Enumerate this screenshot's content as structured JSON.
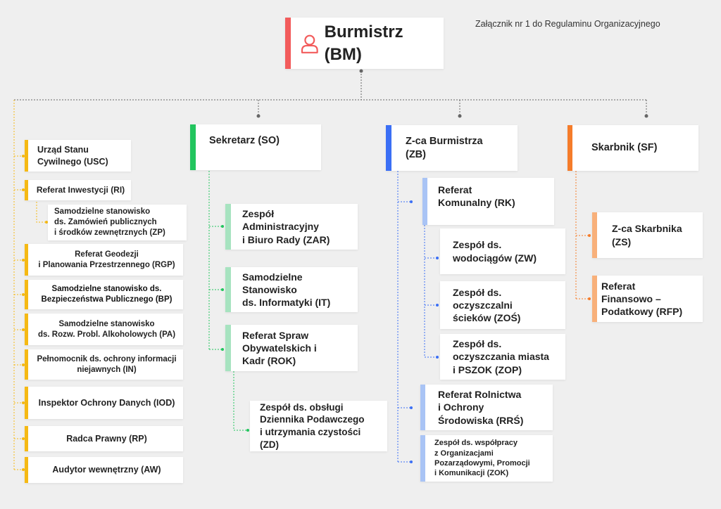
{
  "note": "Załącznik nr 1 do Regulaminu Organizacyjnego",
  "colors": {
    "red": "#f25b5b",
    "green": "#22c55e",
    "blue": "#3b6ff5",
    "orange": "#f57c2a",
    "yellow": "#f5b914",
    "lightgreen": "#a7e3c0",
    "lightblue": "#a9c4f5",
    "lightorange": "#f8b07a"
  },
  "top": {
    "label": "Burmistrz (BM)",
    "icon": "person-icon"
  },
  "left": [
    "Urząd Stanu\nCywilnego (USC)",
    "Referat Inwestycji (RI)",
    "Samodzielne stanowisko\nds. Zamówień publicznych\ni środków zewnętrznych  (ZP)",
    "Referat Geodezji\ni Planowania Przestrzennego (RGP)",
    "Samodzielne stanowisko ds.\nBezpieczeństwa Publicznego (BP)",
    "Samodzielne stanowisko\nds. Rozw. Probl. Alkoholowych (PA)",
    "Pełnomocnik ds. ochrony informacji\nniejawnych (IN)",
    "Inspektor Ochrony Danych (IOD)",
    "Radca Prawny (RP)",
    "Audytor wewnętrzny (AW)"
  ],
  "so": {
    "label": "Sekretarz (SO)",
    "children": [
      "Zespół\nAdministracyjny\n i Biuro Rady (ZAR)",
      "Samodzielne\nStanowisko\n ds. Informatyki (IT)",
      "Referat Spraw\nObywatelskich i\nKadr (ROK)",
      "Zespół ds. obsługi\nDziennika Podawczego\n i utrzymania czystości\n(ZD)"
    ]
  },
  "zb": {
    "label": "Z-ca Burmistrza\n(ZB)",
    "children": [
      "Referat\nKomunalny (RK)",
      "Zespół ds.\n wodociągów (ZW)",
      "Zespół ds.\noczyszczalni\nścieków (ZOŚ)",
      "Zespół ds.\noczyszczania miasta\n i PSZOK (ZOP)",
      "Referat Rolnictwa\n i Ochrony\nŚrodowiska (RRŚ)",
      "Zespół ds. współpracy\n z Organizacjami\nPozarządowymi, Promocji\n i Komunikacji (ZOK)"
    ]
  },
  "sf": {
    "label": "Skarbnik (SF)",
    "children": [
      "Z-ca Skarbnika\n(ZS)",
      "Referat\n Finansowo –\nPodatkowy (RFP)"
    ]
  }
}
